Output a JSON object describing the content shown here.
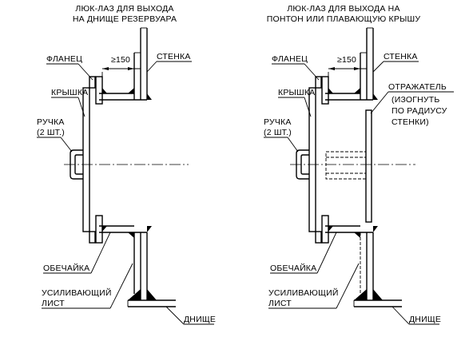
{
  "left": {
    "title_line1": "ЛЮК-ЛАЗ ДЛЯ ВЫХОДА",
    "title_line2": "НА ДНИЩЕ РЕЗЕРВУАРА",
    "flange": "ФЛАНЕЦ",
    "dimension": "≥150",
    "wall": "СТЕНКА",
    "cover": "КРЫШКА",
    "handle_line1": "РУЧКА",
    "handle_line2": "(2 ШТ.)",
    "shell": "ОБЕЧАЙКА",
    "reinforcing_line1": "УСИЛИВАЮЩИЙ",
    "reinforcing_line2": "ЛИСТ",
    "bottom": "ДНИЩЕ"
  },
  "right": {
    "title_line1": "ЛЮК-ЛАЗ ДЛЯ ВЫХОДА НА",
    "title_line2": "ПОНТОН ИЛИ ПЛАВАЮЩУЮ КРЫШУ",
    "flange": "ФЛАНЕЦ",
    "dimension": "≥150",
    "wall": "СТЕНКА",
    "cover": "КРЫШКА",
    "reflector_line1": "ОТРАЖАТЕЛЬ",
    "reflector_line2": "(ИЗОГНУТЬ",
    "reflector_line3": "ПО РАДИУСУ",
    "reflector_line4": "СТЕНКИ)",
    "handle_line1": "РУЧКА",
    "handle_line2": "(2 ШТ.)",
    "shell": "ОБЕЧАЙКА",
    "reinforcing_line1": "УСИЛИВАЮЩИЙ",
    "reinforcing_line2": "ЛИСТ",
    "bottom": "ДНИЩЕ"
  }
}
